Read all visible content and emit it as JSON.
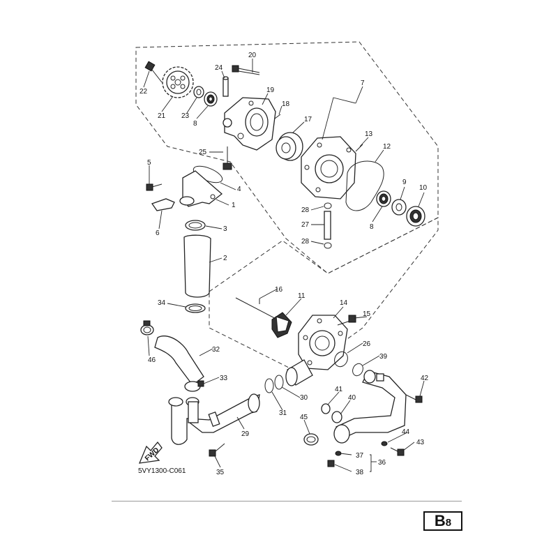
{
  "diagram": {
    "drawing_code": "5VY1300-C061",
    "fwd_label": "FWD",
    "page_badge": {
      "letter": "B",
      "digit": "8"
    },
    "callouts": [
      "1",
      "2",
      "3",
      "4",
      "5",
      "6",
      "7",
      "8",
      "8",
      "9",
      "10",
      "11",
      "12",
      "13",
      "14",
      "15",
      "16",
      "17",
      "18",
      "19",
      "20",
      "21",
      "22",
      "23",
      "24",
      "25",
      "26",
      "27",
      "28",
      "28",
      "29",
      "30",
      "31",
      "32",
      "33",
      "34",
      "35",
      "36",
      "37",
      "38",
      "39",
      "40",
      "41",
      "42",
      "43",
      "44",
      "45",
      "46"
    ]
  }
}
